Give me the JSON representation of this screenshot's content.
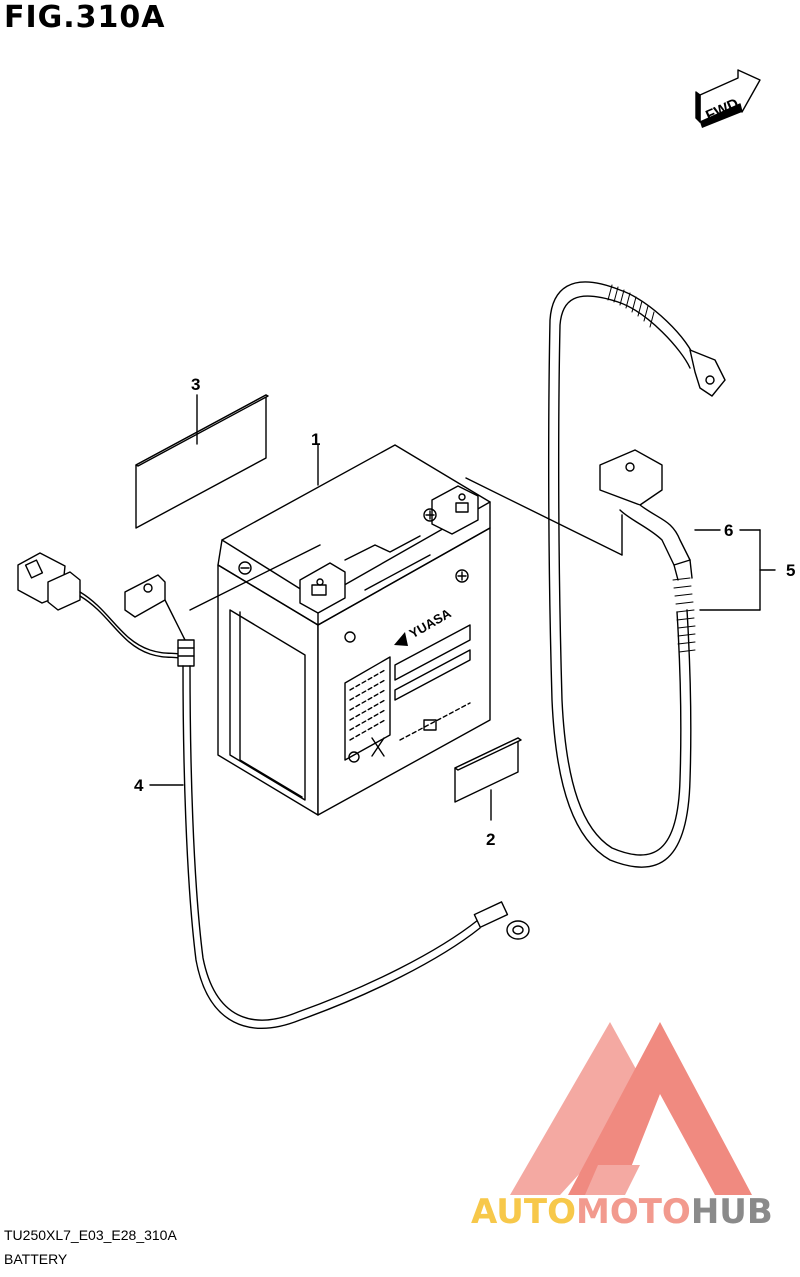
{
  "header": {
    "title": "FIG.310A"
  },
  "direction_badge": {
    "label": "FWD"
  },
  "parts": [
    {
      "number": "1"
    },
    {
      "number": "2"
    },
    {
      "number": "3"
    },
    {
      "number": "4"
    },
    {
      "number": "5"
    },
    {
      "number": "6"
    }
  ],
  "battery": {
    "brand_label": "YUASA"
  },
  "footer": {
    "model_code": "TU250XL7_E03_E28_310A",
    "section_name": "BATTERY"
  },
  "watermark": {
    "part1": "AUTO",
    "part2": "MOTO",
    "part3": "HUB",
    "colors": {
      "auto": "#f7c84a",
      "moto": "#f29a8e",
      "hub": "#8a8a8a",
      "logo": "#f08a80"
    }
  }
}
